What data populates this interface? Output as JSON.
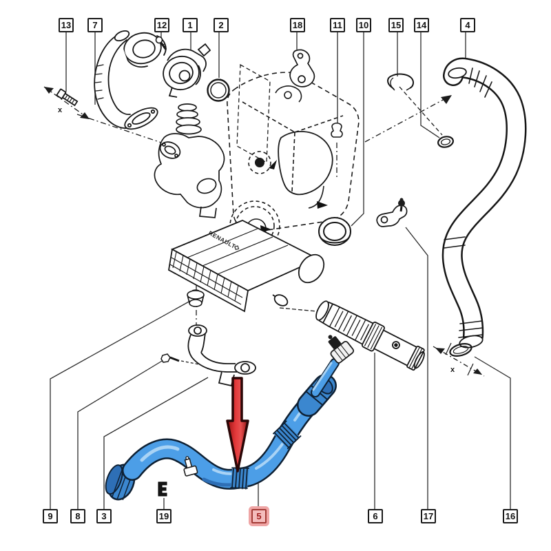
{
  "callouts": {
    "highlighted": "5",
    "top": [
      {
        "label": "13"
      },
      {
        "label": "7"
      },
      {
        "label": "12"
      },
      {
        "label": "1"
      },
      {
        "label": "2"
      },
      {
        "label": "18"
      },
      {
        "label": "11"
      },
      {
        "label": "10"
      },
      {
        "label": "15"
      },
      {
        "label": "14"
      },
      {
        "label": "4"
      }
    ],
    "bottom": [
      {
        "label": "9"
      },
      {
        "label": "8"
      },
      {
        "label": "3"
      },
      {
        "label": "19"
      },
      {
        "label": "5",
        "highlighted": true
      },
      {
        "label": "6"
      },
      {
        "label": "17"
      },
      {
        "label": "16"
      }
    ]
  },
  "artwork": {
    "brand_text": "RENAULT",
    "dimension_label": "x",
    "colors": {
      "line": "#1a1a1a",
      "hose_highlight_blue": "#4C9EE7",
      "hose_shadow_blue": "#2E6FB6",
      "hose_outline": "#0e2033",
      "arrow_red": "#C62828",
      "callout_highlight_bg": "#F4BCBC",
      "callout_highlight_halo": "#EFA5A5",
      "callout_highlight_border": "#A33B36",
      "callout_highlight_text": "#9E1B1B"
    },
    "arrow_direction": "down"
  }
}
